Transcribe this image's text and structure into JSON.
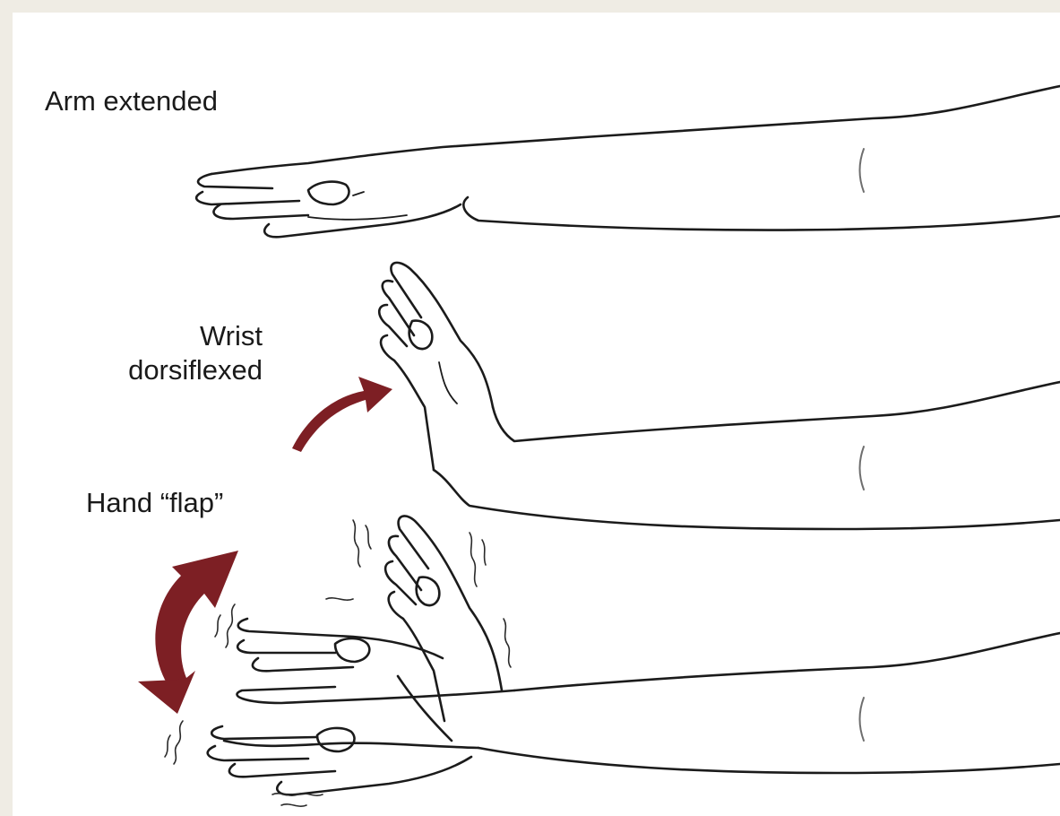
{
  "labels": {
    "arm_extended": "Arm extended",
    "wrist_line1": "Wrist",
    "wrist_line2": "dorsiflexed",
    "hand_flap": "Hand “flap”"
  },
  "colors": {
    "background": "#efece4",
    "panel": "#ffffff",
    "ink": "#1b1b1b",
    "arrow": "#7d1f24"
  },
  "icons": {
    "curved_arrow": "curved-arrow-icon",
    "double_curved_arrow": "double-curved-arrow-icon"
  }
}
